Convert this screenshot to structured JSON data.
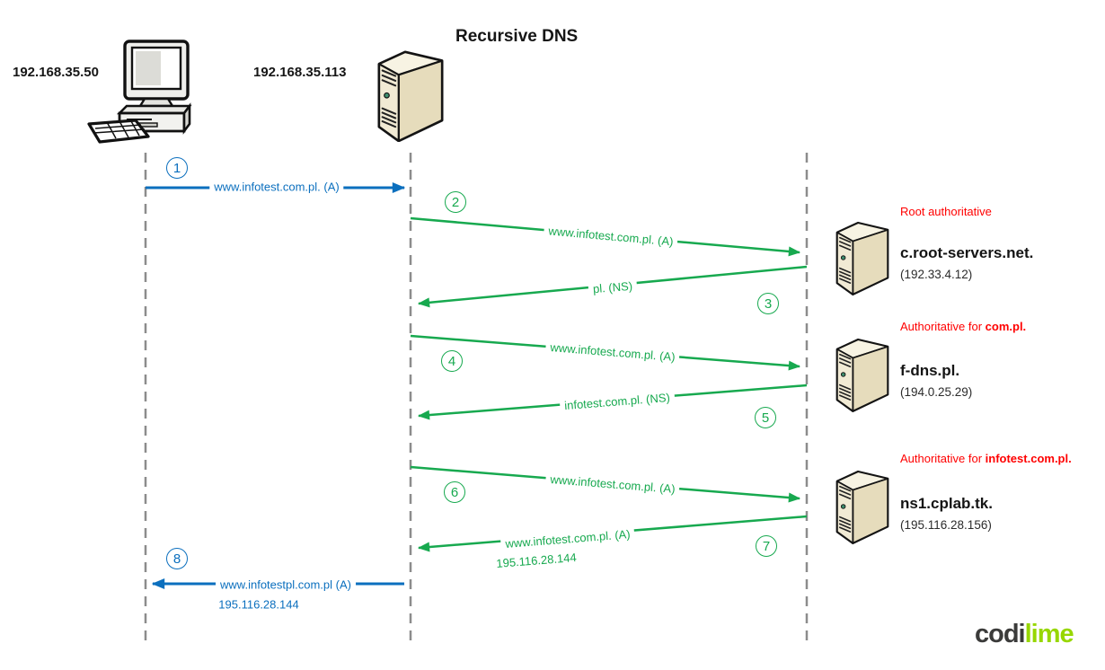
{
  "title": "Recursive DNS",
  "client": {
    "ip": "192.168.35.50",
    "icon": "desktop-computer-icon"
  },
  "recursive_dns": {
    "ip": "192.168.35.113",
    "icon": "server-tower-icon"
  },
  "authoritative_servers": [
    {
      "caption_prefix": "Root authoritative",
      "caption_bold": "",
      "name": "c.root-servers.net.",
      "ip": "(192.33.4.12)",
      "icon": "server-tower-icon"
    },
    {
      "caption_prefix": "Authoritative for ",
      "caption_bold": "com.pl.",
      "name": "f-dns.pl.",
      "ip": "(194.0.25.29)",
      "icon": "server-tower-icon"
    },
    {
      "caption_prefix": "Authoritative for ",
      "caption_bold": "infotest.com.pl.",
      "name": "ns1.cplab.tk.",
      "ip": "(195.116.28.156)",
      "icon": "server-tower-icon"
    }
  ],
  "messages": [
    {
      "step": "1",
      "label": "www.infotest.com.pl. (A)",
      "from": "client",
      "to": "recursive-dns",
      "color": "#0B6FBE"
    },
    {
      "step": "2",
      "label": "www.infotest.com.pl. (A)",
      "from": "recursive-dns",
      "to": "c.root-servers.net.",
      "color": "#17A94F"
    },
    {
      "step": "3",
      "label": "pl. (NS)",
      "from": "c.root-servers.net.",
      "to": "recursive-dns",
      "color": "#17A94F"
    },
    {
      "step": "4",
      "label": "www.infotest.com.pl. (A)",
      "from": "recursive-dns",
      "to": "f-dns.pl.",
      "color": "#17A94F"
    },
    {
      "step": "5",
      "label": "infotest.com.pl. (NS)",
      "from": "f-dns.pl.",
      "to": "recursive-dns",
      "color": "#17A94F"
    },
    {
      "step": "6",
      "label": "www.infotest.com.pl. (A)",
      "from": "recursive-dns",
      "to": "ns1.cplab.tk.",
      "color": "#17A94F"
    },
    {
      "step": "7",
      "label": "www.infotest.com.pl. (A)",
      "label2": "195.116.28.144",
      "from": "ns1.cplab.tk.",
      "to": "recursive-dns",
      "color": "#17A94F"
    },
    {
      "step": "8",
      "label": "www.infotestpl.com.pl (A)",
      "label2": "195.116.28.144",
      "from": "recursive-dns",
      "to": "client",
      "color": "#0B6FBE"
    }
  ],
  "logo": {
    "part1": "codi",
    "part2": "lime",
    "part1_color": "#3B3B3A",
    "part2_color": "#97D700"
  },
  "colors": {
    "query_blue": "#0B6FBE",
    "iteration_green": "#17A94F",
    "caption_red": "#FF0000",
    "lifeline_gray": "#8C8C8C"
  }
}
